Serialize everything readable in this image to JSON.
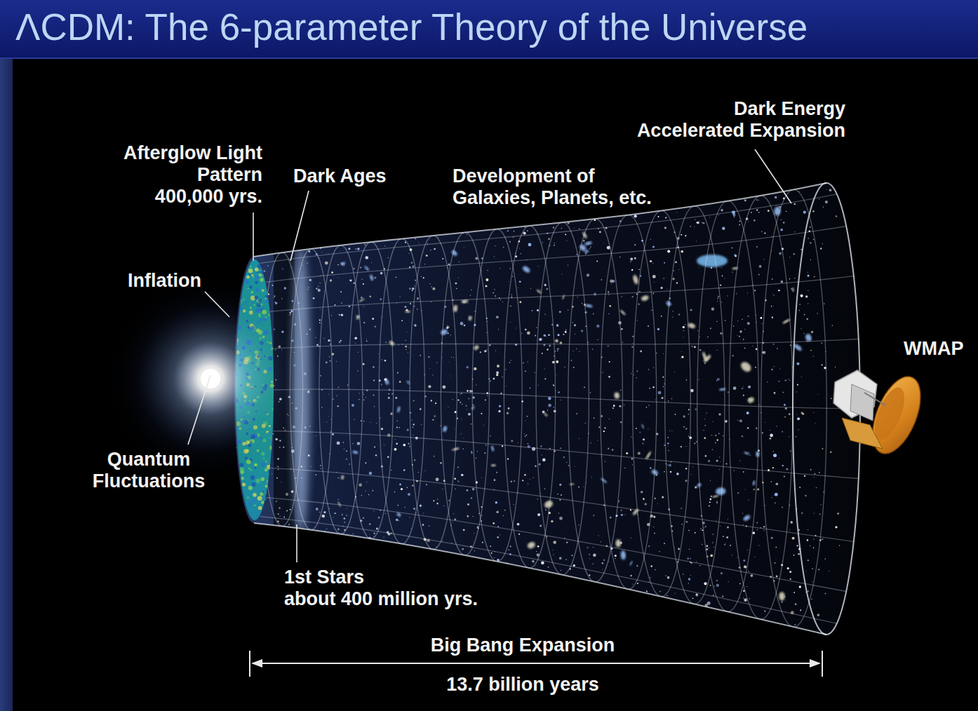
{
  "diagram": {
    "title": "ΛCDM: The 6-parameter Theory of the Universe",
    "labels": [
      "Dark Energy Accelerated Expansion",
      "Afterglow Light Pattern 400,000 yrs.",
      "Dark Ages",
      "Development of Galaxies, Planets, etc.",
      "Inflation",
      "WMAP",
      "Quantum Fluctuations",
      "1st Stars about 400 million yrs.",
      "Big Bang Expansion",
      "13.7 billion years"
    ]
  }
}
